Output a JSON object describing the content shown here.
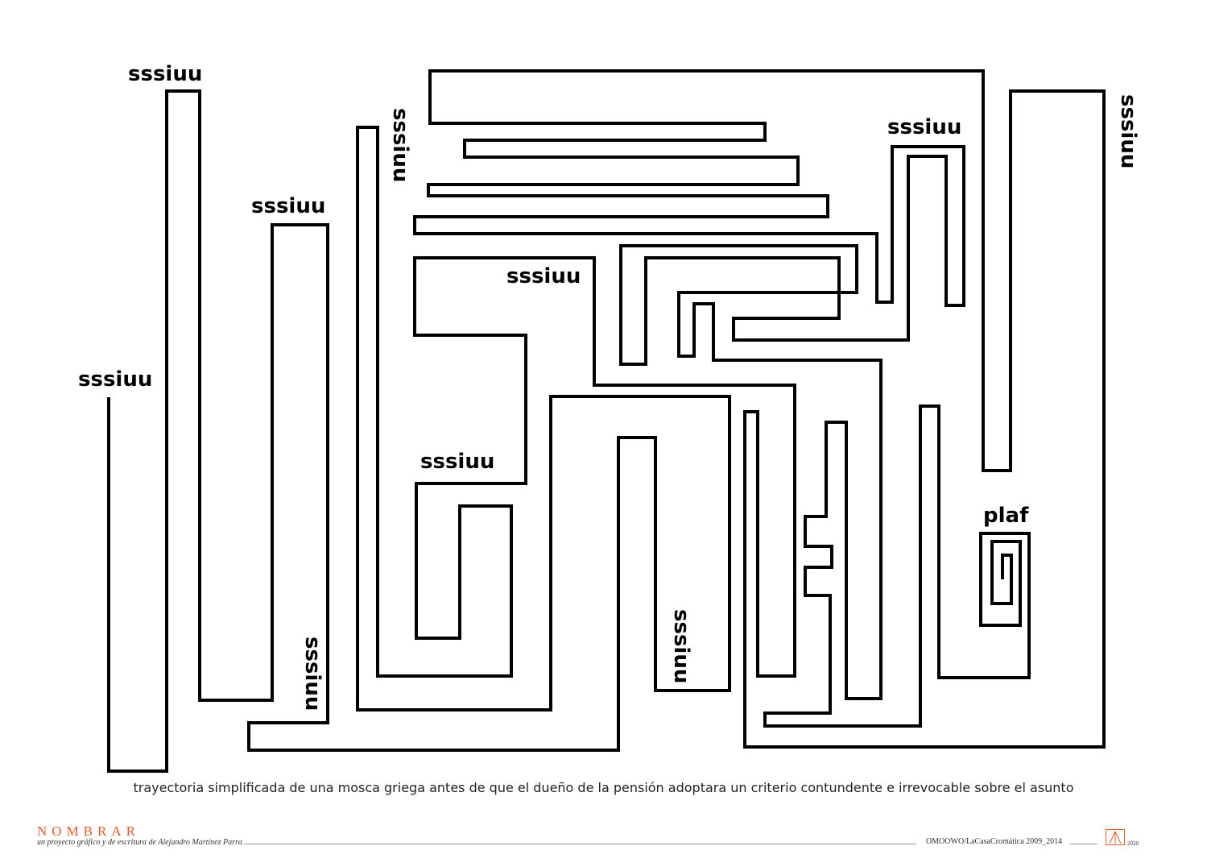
{
  "labels": {
    "l1": "sssiuu",
    "l2": "sssiuu",
    "l3": "sssiuu",
    "l4": "sssiuu",
    "l5": "sssiuu",
    "l6": "sssiuu",
    "l7": "sssiuu",
    "l8": "sssiuu",
    "l9": "sssiuu",
    "l10": "sssiuu",
    "plaf": "plaf"
  },
  "caption": "trayectoria simplificada de una mosca griega antes de que el dueño de la pensión adoptara un criterio contundente e irrevocable sobre el asunto",
  "footer": {
    "brand": "NOMBRAR",
    "subtitle": "un proyecto gráfico y de escritura de Alejandro Martínez Parra",
    "credit": "OMOOWO/LaCasaCromática 2009_2014",
    "year": "2020"
  },
  "colors": {
    "line": "#000000",
    "accent": "#e25b2b"
  }
}
